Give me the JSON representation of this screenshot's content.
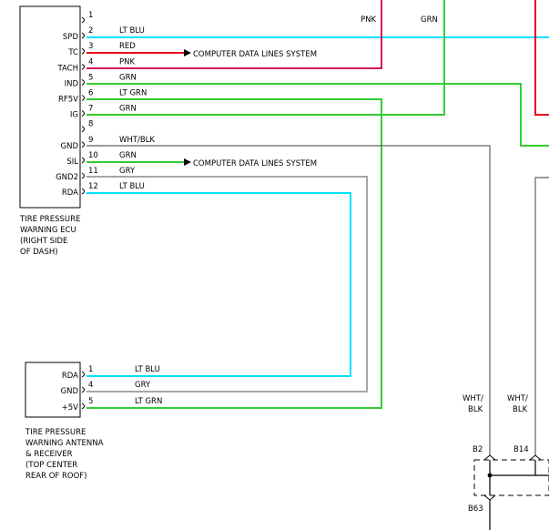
{
  "colors": {
    "lt_blu": "#00e1ff",
    "red": "#e8001c",
    "pnk": "#d4185a",
    "grn": "#33cc33",
    "lt_grn": "#33cc33",
    "wht_blk": "#606060",
    "gry": "#a6a6a6",
    "black": "#000000"
  },
  "top_labels": {
    "pnk": "PNK",
    "grn": "GRN"
  },
  "ecu": {
    "name_lines": [
      "TIRE PRESSURE",
      "WARNING ECU",
      "(RIGHT SIDE",
      "OF DASH)"
    ],
    "pins": [
      {
        "num": "1",
        "label": "",
        "wire": ""
      },
      {
        "num": "2",
        "label": "SPD",
        "wire": "LT BLU"
      },
      {
        "num": "3",
        "label": "TC",
        "wire": "RED"
      },
      {
        "num": "4",
        "label": "TACH",
        "wire": "PNK"
      },
      {
        "num": "5",
        "label": "IND",
        "wire": "GRN"
      },
      {
        "num": "6",
        "label": "RF5V",
        "wire": "LT GRN"
      },
      {
        "num": "7",
        "label": "IG",
        "wire": "GRN"
      },
      {
        "num": "8",
        "label": "",
        "wire": ""
      },
      {
        "num": "9",
        "label": "GND",
        "wire": "WHT/BLK"
      },
      {
        "num": "10",
        "label": "SIL",
        "wire": "GRN"
      },
      {
        "num": "11",
        "label": "GND2",
        "wire": "GRY"
      },
      {
        "num": "12",
        "label": "RDA",
        "wire": "LT BLU"
      }
    ],
    "arrow_text_tc": "COMPUTER DATA LINES SYSTEM",
    "arrow_text_sil": "COMPUTER DATA LINES SYSTEM"
  },
  "antenna": {
    "name_lines": [
      "TIRE PRESSURE",
      "WARNING ANTENNA",
      "& RECEIVER",
      "(TOP CENTER",
      "REAR OF ROOF)"
    ],
    "pins": [
      {
        "num": "1",
        "label": "RDA",
        "wire": "LT BLU"
      },
      {
        "num": "4",
        "label": "GND",
        "wire": "GRY"
      },
      {
        "num": "5",
        "label": "+5V",
        "wire": "LT GRN"
      }
    ]
  },
  "ground": {
    "left_label": [
      "WHT/",
      "BLK"
    ],
    "right_label": [
      "WHT/",
      "BLK"
    ],
    "conn_left": "B2",
    "conn_right": "B14",
    "conn_bottom": "B63"
  }
}
